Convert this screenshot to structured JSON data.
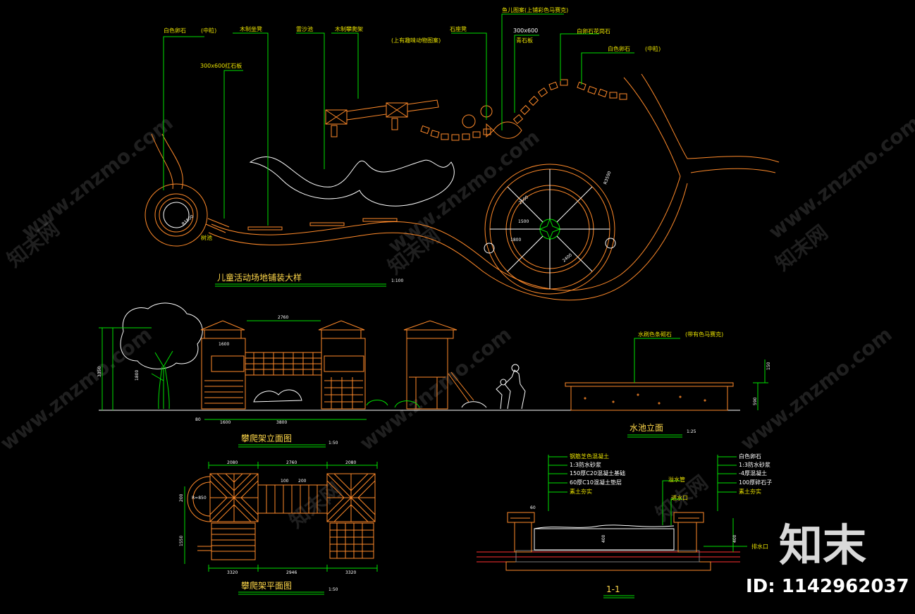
{
  "plan": {
    "title": "儿童活动场地铺装大样",
    "scale": "1:100",
    "labels": {
      "white_stone_1": "白色卵石",
      "mid_1": "(中粒)",
      "wood_bench": "木制坐凳",
      "sand_pit": "雷沙池",
      "wood_climb": "木制攀爬架",
      "stone_seat": "石座凳",
      "stone_seat_note": "(上有趣味动物图案)",
      "fish_pattern": "鱼儿图案(上铺彩色马赛克)",
      "tile_size_1": "300x600",
      "tile_type_1": "青石板",
      "white_pebble": "白卵石花岗石",
      "white_stone_2": "白色卵石",
      "mid_2": "(中粒)",
      "tile_left": "300x600红石板",
      "tree_pit": "树池"
    },
    "dims": [
      "R3500",
      "2500",
      "1500",
      "2400",
      "1800",
      "R1500"
    ]
  },
  "climb_elev": {
    "title": "攀爬架立面图",
    "scale": "1:50",
    "dims": [
      "2760",
      "1600",
      "3350",
      "1800",
      "1600",
      "3800",
      "80"
    ]
  },
  "pool_elev": {
    "title": "水池立面",
    "scale": "1:25",
    "labels": {
      "cap": "水刷色条砌石",
      "note": "(带有色马赛克)"
    },
    "dims": [
      "150",
      "590"
    ]
  },
  "climb_plan": {
    "title": "攀爬架平面图",
    "scale": "1:50",
    "dims_top": [
      "2080",
      "2760",
      "2080"
    ],
    "dims_bottom": [
      "3320",
      "2946",
      "3320"
    ],
    "dims_mid": [
      "100",
      "200"
    ],
    "dims_side": [
      "1550",
      "200",
      "R=850"
    ]
  },
  "section": {
    "title": "1-1",
    "left_labels": [
      "钢筋芝色混凝土",
      "1:3防水砂浆",
      "150厚C20混凝土基础",
      "60厚C10混凝土垫层",
      "素土夯实"
    ],
    "right_labels": [
      "白色卵石",
      "1:3防水砂浆",
      "-4厚混凝土",
      "100厚碎石子",
      "素土夯实"
    ],
    "mid_labels": [
      "溢水管",
      "进水口"
    ],
    "dims": [
      "60",
      "400",
      "400"
    ],
    "outlet": "排水口"
  },
  "watermark": {
    "text_cn": "知末网",
    "text_en": "www.znzmo.com",
    "brand": "知末",
    "id": "ID: 1142962037"
  }
}
